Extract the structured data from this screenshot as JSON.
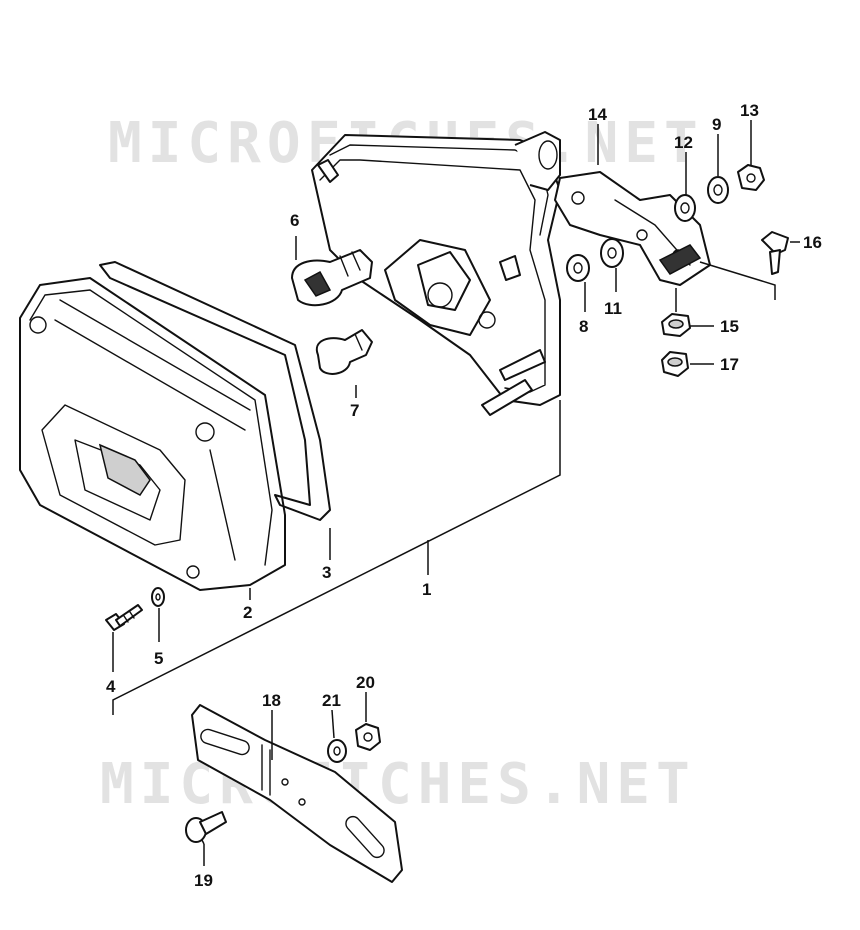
{
  "watermark": {
    "top": "MICROFICHES.NET",
    "bottom": "MICROFICHES.NET"
  },
  "callouts": {
    "c1": "1",
    "c2": "2",
    "c3": "3",
    "c4": "4",
    "c5": "5",
    "c6": "6",
    "c7": "7",
    "c8": "8",
    "c9": "9",
    "c11": "11",
    "c12": "12",
    "c13": "13",
    "c14": "14",
    "c15": "15",
    "c16": "16",
    "c17": "17",
    "c18": "18",
    "c19": "19",
    "c20": "20",
    "c21": "21"
  }
}
